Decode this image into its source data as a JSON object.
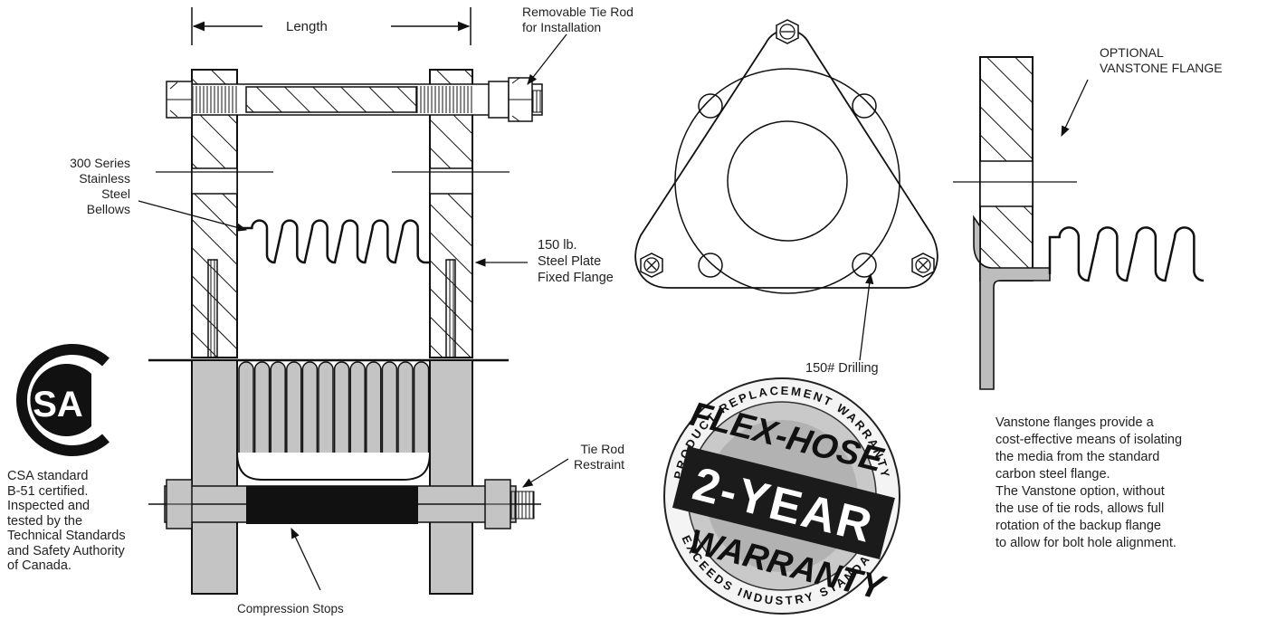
{
  "labels": {
    "length": "Length",
    "tie_rod_removable": [
      "Removable Tie Rod",
      "for Installation"
    ],
    "bellows": [
      "300 Series",
      "Stainless",
      "Steel",
      "Bellows"
    ],
    "flange": [
      "150 lb.",
      "Steel Plate",
      "Fixed Flange"
    ],
    "drilling": "150# Drilling",
    "vanstone_title": [
      "OPTIONAL",
      "VANSTONE FLANGE"
    ],
    "tie_rod_restraint": [
      "Tie Rod",
      "Restraint"
    ],
    "compression_stops": "Compression Stops"
  },
  "csa": {
    "text": [
      "CSA standard",
      "B-51 certified.",
      "Inspected and",
      "tested by the",
      "Technical Standards",
      "and Safety Authority",
      "of Canada."
    ]
  },
  "warranty": {
    "top_arc": "PRODUCT REPLACEMENT WARRANTY",
    "bottom_arc": "EXCEEDS INDUSTRY STANDARD",
    "brand": "FLEX-HOSE",
    "years": "2-YEAR",
    "word": "WARRANTY"
  },
  "vanstone": {
    "text": [
      "Vanstone flanges provide a",
      "cost-effective means of isolating",
      "the media from the standard",
      "carbon steel flange.",
      "The Vanstone option, without",
      "the use of tie rods, allows full",
      "rotation of the backup flange",
      "to allow for bolt hole alignment."
    ]
  }
}
